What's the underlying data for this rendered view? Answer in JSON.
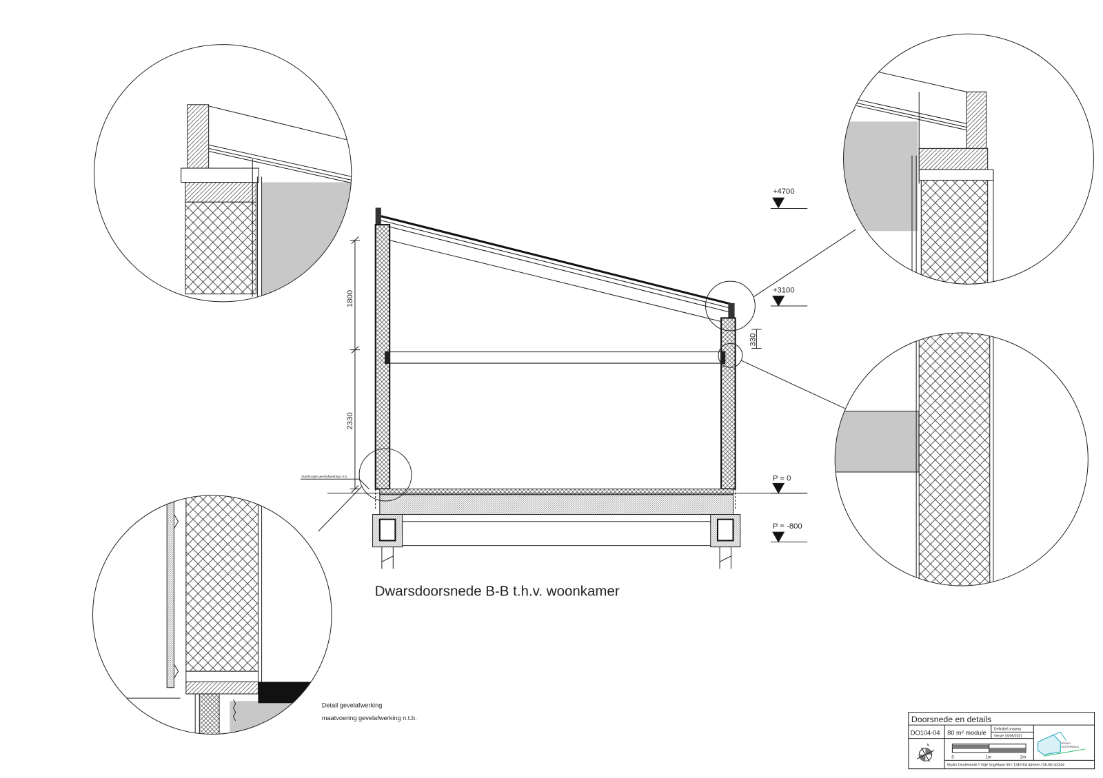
{
  "drawing": {
    "title": "Dwarsdoorsnede B-B t.h.v. woonkamer",
    "small_note": "Starthoogte gevelafwerking n.t.b.",
    "detail_note_line1": "Detail gevelafwerking",
    "detail_note_line2": "maatvoering gevelafwerking n.t.b."
  },
  "levels": [
    {
      "label": "+4700"
    },
    {
      "label": "+3100"
    },
    {
      "label": "P = 0"
    },
    {
      "label": "P = -800"
    }
  ],
  "dimensions": {
    "left_upper": "1800",
    "left_lower": "2330",
    "right": "330"
  },
  "title_block": {
    "heading": "Doorsnede en details",
    "drawing_number": "DO104-04",
    "module": "80 m² module",
    "status": "Definitief ontwerp",
    "version": "Versie 16/06/2021",
    "scale_labels": [
      "0",
      "1m",
      "2m"
    ],
    "north_label": "N",
    "logo_text_1": "STUDIO",
    "logo_text_2": "OOSTERWOLD",
    "address": "Studio Oosterwold // Vrije Vogellaan 59 / 1349 EA Almere / 06-55143344",
    "logo_color": "#3ab0c8",
    "logo_accent": "#2fbf6a"
  }
}
